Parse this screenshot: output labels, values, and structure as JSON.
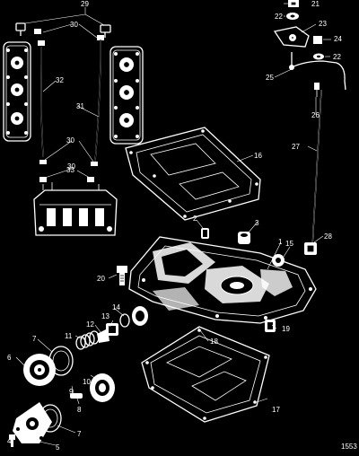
{
  "callouts": [
    "1",
    "2",
    "3",
    "4",
    "5",
    "6",
    "7",
    "7",
    "8",
    "9",
    "10",
    "11",
    "12",
    "13",
    "14",
    "15",
    "16",
    "17",
    "18",
    "19",
    "20",
    "21",
    "22",
    "22",
    "23",
    "24",
    "25",
    "26",
    "27",
    "28",
    "29",
    "30",
    "30",
    "30",
    "31",
    "32",
    "33"
  ],
  "figure_number": "1553"
}
